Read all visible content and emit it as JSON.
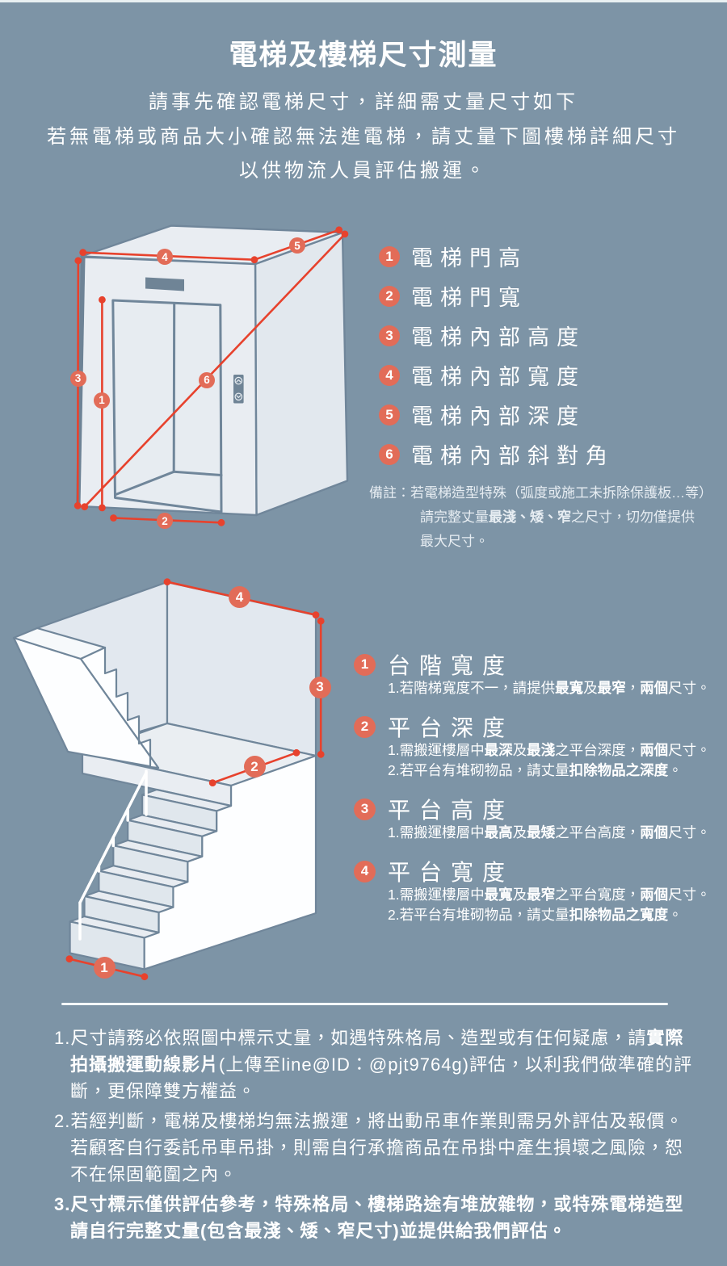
{
  "title": "電梯及樓梯尺寸測量",
  "intro_lines": [
    "請事先確認電梯尺寸，詳細需丈量尺寸如下",
    "若無電梯或商品大小確認無法進電梯，請丈量下圖樓梯詳細尺寸",
    "以供物流人員評估搬運。"
  ],
  "colors": {
    "background": "#7D94A6",
    "accent_line_red": "#E7422D",
    "marker_salmon": "#E26C58",
    "text_white": "#FFFFFF",
    "illustration_light": "#E9EDF2",
    "illustration_outline": "#70869A"
  },
  "elevator": {
    "figure_markers": [
      "1",
      "2",
      "3",
      "4",
      "5",
      "6"
    ],
    "legend": [
      {
        "num": "1",
        "label": "電梯門高"
      },
      {
        "num": "2",
        "label": "電梯門寬"
      },
      {
        "num": "3",
        "label": "電梯內部高度"
      },
      {
        "num": "4",
        "label": "電梯內部寬度"
      },
      {
        "num": "5",
        "label": "電梯內部深度"
      },
      {
        "num": "6",
        "label": "電梯內部斜對角"
      }
    ],
    "note_lines": [
      [
        {
          "t": "備註：若電梯造型特殊（弧度或施工未拆除保護板…等）"
        }
      ],
      [
        {
          "t": "請完整丈量"
        },
        {
          "t": "最淺、矮、窄",
          "b": true
        },
        {
          "t": "之尺寸，切勿僅提供"
        }
      ],
      [
        {
          "t": "最大尺寸。"
        }
      ]
    ]
  },
  "stairs": {
    "figure_markers": [
      "1",
      "2",
      "3",
      "4"
    ],
    "legend": [
      {
        "num": "1",
        "title": "台階寬度",
        "subs": [
          [
            {
              "t": "1.若階梯寬度不一，請提供"
            },
            {
              "t": "最寬",
              "b": true
            },
            {
              "t": "及"
            },
            {
              "t": "最窄",
              "b": true
            },
            {
              "t": "，"
            },
            {
              "t": "兩個",
              "b": true
            },
            {
              "t": "尺寸。"
            }
          ]
        ]
      },
      {
        "num": "2",
        "title": "平台深度",
        "subs": [
          [
            {
              "t": "1.需搬運樓層中"
            },
            {
              "t": "最深",
              "b": true
            },
            {
              "t": "及"
            },
            {
              "t": "最淺",
              "b": true
            },
            {
              "t": "之平台深度，"
            },
            {
              "t": "兩個",
              "b": true
            },
            {
              "t": "尺寸。"
            }
          ],
          [
            {
              "t": "2.若平台有堆砌物品，請丈量"
            },
            {
              "t": "扣除物品之深度",
              "b": true
            },
            {
              "t": "。"
            }
          ]
        ]
      },
      {
        "num": "3",
        "title": "平台高度",
        "subs": [
          [
            {
              "t": "1.需搬運樓層中"
            },
            {
              "t": "最高",
              "b": true
            },
            {
              "t": "及"
            },
            {
              "t": "最矮",
              "b": true
            },
            {
              "t": "之平台高度，"
            },
            {
              "t": "兩個",
              "b": true
            },
            {
              "t": "尺寸。"
            }
          ]
        ]
      },
      {
        "num": "4",
        "title": "平台寬度",
        "subs": [
          [
            {
              "t": "1.需搬運樓層中"
            },
            {
              "t": "最寬",
              "b": true
            },
            {
              "t": "及"
            },
            {
              "t": "最窄",
              "b": true
            },
            {
              "t": "之平台寬度，"
            },
            {
              "t": "兩個",
              "b": true
            },
            {
              "t": "尺寸。"
            }
          ],
          [
            {
              "t": "2.若平台有堆砌物品，請丈量"
            },
            {
              "t": "扣除物品之寬度",
              "b": true
            },
            {
              "t": "。"
            }
          ]
        ]
      }
    ]
  },
  "footer": {
    "notes": [
      {
        "lines": [
          [
            {
              "t": "1.尺寸請務必依照圖中標示丈量，如遇特殊格局、造型或有任何疑慮，請"
            },
            {
              "t": "實際",
              "b": true
            }
          ],
          [
            {
              "t": "拍攝搬運動線影片",
              "b": true
            },
            {
              "t": "(上傳至line@ID：@pjt9764g)評估，以利我們做準確的評"
            }
          ],
          [
            {
              "t": "斷，更保障雙方權益。"
            }
          ]
        ]
      },
      {
        "lines": [
          [
            {
              "t": "2.若經判斷，電梯及樓梯均無法搬運，將出動吊車作業則需另外評估及報價。"
            }
          ],
          [
            {
              "t": "若顧客自行委託吊車吊掛，則需自行承擔商品在吊掛中產生損壞之風險，恕"
            }
          ],
          [
            {
              "t": "不在保固範圍之內。"
            }
          ]
        ]
      },
      {
        "lines": [
          [
            {
              "t": "3.尺寸標示僅供評估參考，特殊格局、樓梯路途有堆放雜物，或特殊電梯造型",
              "b": true
            }
          ],
          [
            {
              "t": "請自行完整丈量(包含最淺、矮、窄尺寸)並提供給我們評估。",
              "b": true
            }
          ]
        ]
      }
    ]
  }
}
